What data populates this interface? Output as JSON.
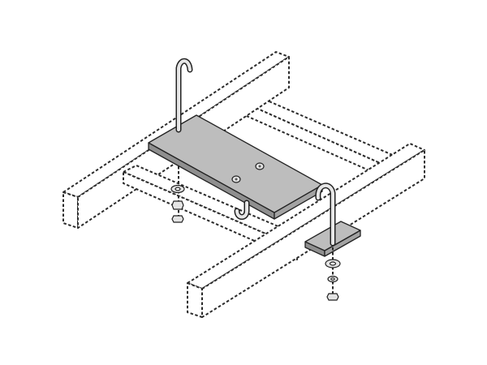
{
  "figure": {
    "colors": {
      "background": "#ffffff",
      "outline": "#222222",
      "plate_fill": "#bdbdbd",
      "plate_shadow": "#8f8f8f",
      "hardware_fill": "#e4e4e4",
      "rail_fill": "#ffffff"
    },
    "parts": [
      "cable-ladder-rails",
      "ladder-rungs",
      "splice-plate",
      "j-bolts",
      "small-clamp-plate",
      "washers",
      "hex-nuts"
    ]
  }
}
